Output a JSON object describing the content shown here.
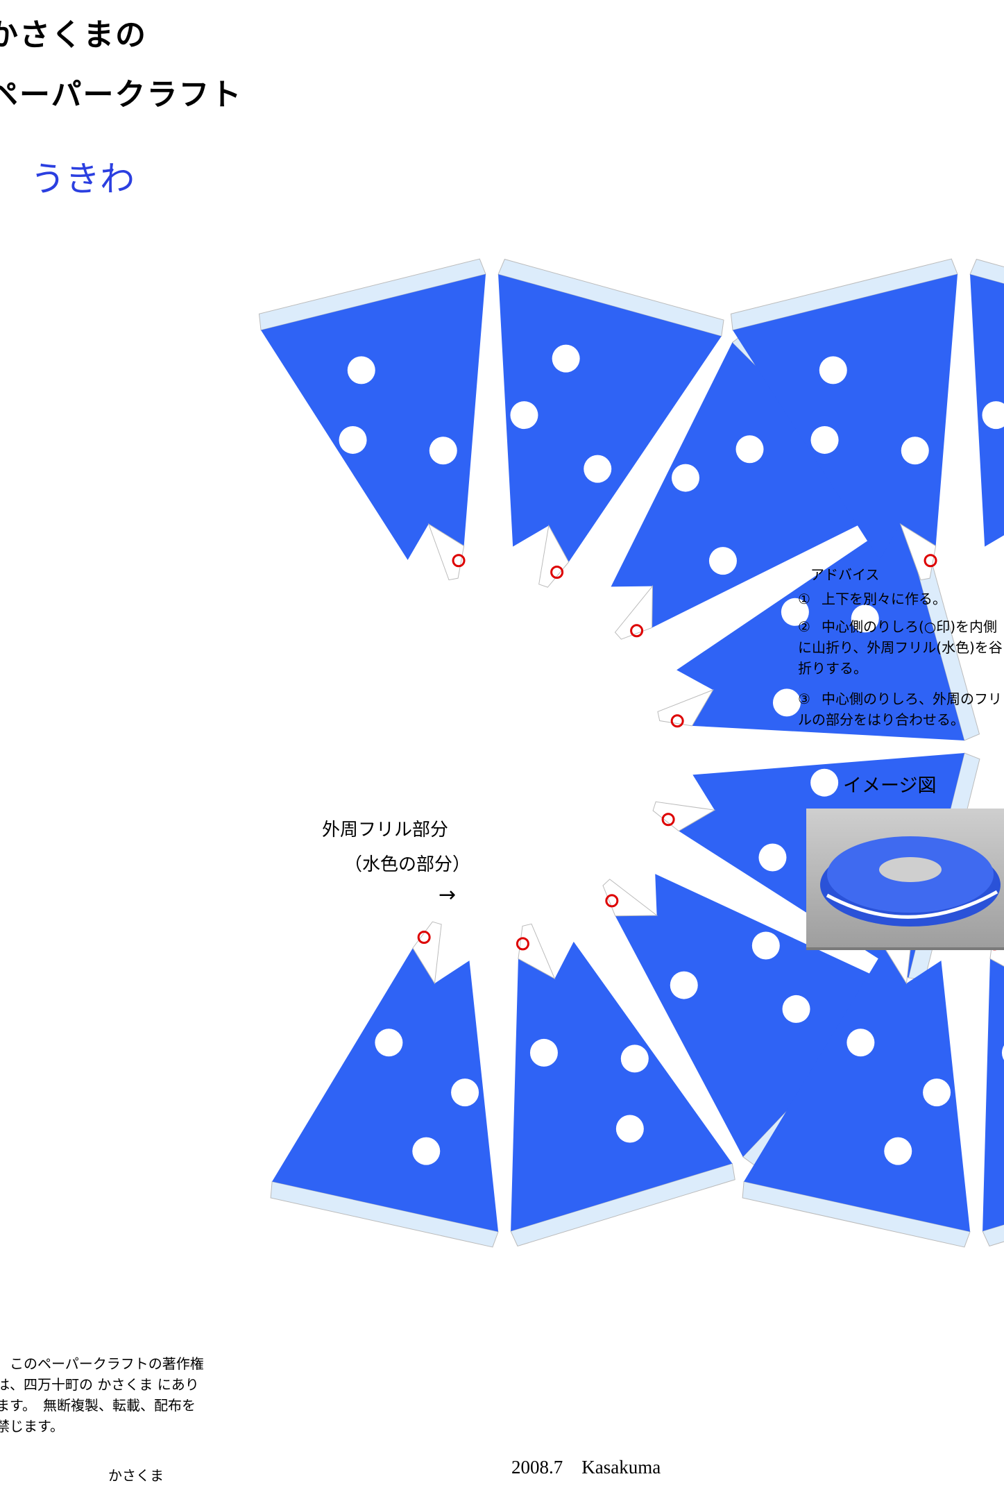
{
  "header": {
    "title_line1": "かさくまの",
    "title_line2": "ペーパークラフト",
    "subtitle": "うきわ"
  },
  "advice": {
    "heading": "アドバイス",
    "items": [
      {
        "num": "①",
        "text": "上下を別々に作る。"
      },
      {
        "num": "②",
        "text": "中心側のりしろ(○印)を内側に山折り、外周フリル(水色)を谷折りする。"
      },
      {
        "num": "③",
        "text": "中心側のりしろ、外周のフリルの部分をはり合わせる。"
      }
    ]
  },
  "image_label": "イメージ図",
  "frill": {
    "line1": "外周フリル部分",
    "line2": "（水色の部分）",
    "arrow": "→"
  },
  "copyright": {
    "text": "　このペーパークラフトの著作権は、四万十町の かさくま にあります。　無断複製、転載、配布を禁じます。",
    "author": "かさくま"
  },
  "date_text": "2008.7　Kasakuma",
  "watermark": "Kasakuma",
  "colors": {
    "panel_blue": "#2f63f5",
    "frill_light": "#dcecfb",
    "dot_white": "#ffffff",
    "marker_red": "#dd0000",
    "outline_gray": "#bbbbbb"
  }
}
